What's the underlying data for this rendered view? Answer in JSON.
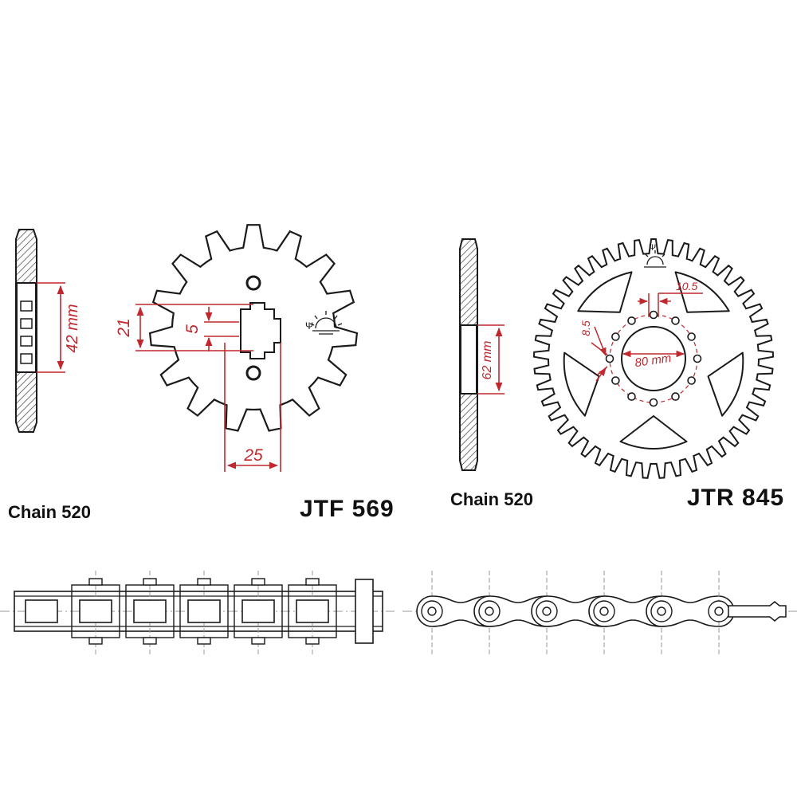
{
  "front_sprocket": {
    "chain_label": "Chain 520",
    "code": "JTF 569",
    "dims": {
      "bore": "42 mm",
      "spline_height": "21",
      "key": "5",
      "spline_width": "25"
    },
    "teeth": 15
  },
  "rear_sprocket": {
    "chain_label": "Chain 520",
    "code": "JTR 845",
    "dims": {
      "bolt_hole_spacing": "10.5",
      "bolt_hole": "8.5",
      "center_bore": "80 mm",
      "hub": "62 mm"
    },
    "teeth": 45,
    "bolt_holes": 12
  },
  "chain": {
    "links_side_view": 6,
    "links_top_view": 6
  },
  "colors": {
    "line": "#1a1a1a",
    "dimension": "#c0282d",
    "hatch": "#555555",
    "centerline": "#9a9a9a"
  }
}
